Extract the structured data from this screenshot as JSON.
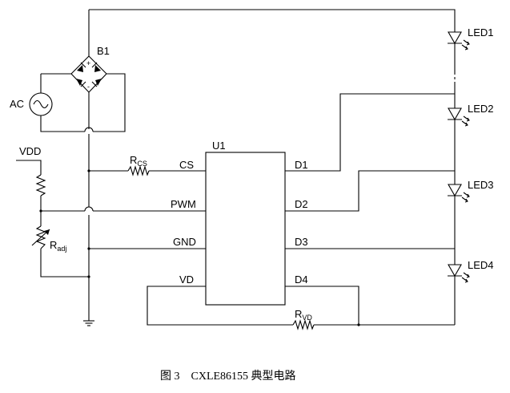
{
  "labels": {
    "ac": "AC",
    "b1": "B1",
    "vdd": "VDD",
    "rcs_main": "R",
    "rcs_sub": "CS",
    "radj_main": "R",
    "radj_sub": "adj",
    "rvd_main": "R",
    "rvd_sub": "VD",
    "u1": "U1",
    "pin_cs": "CS",
    "pin_pwm": "PWM",
    "pin_gnd": "GND",
    "pin_vd": "VD",
    "pin_d1": "D1",
    "pin_d2": "D2",
    "pin_d3": "D3",
    "pin_d4": "D4",
    "led1": "LED1",
    "led2": "LED2",
    "led3": "LED3",
    "led4": "LED4",
    "plus": "+",
    "minus": "-"
  },
  "caption": "图 3　CXLE86155 典型电路"
}
